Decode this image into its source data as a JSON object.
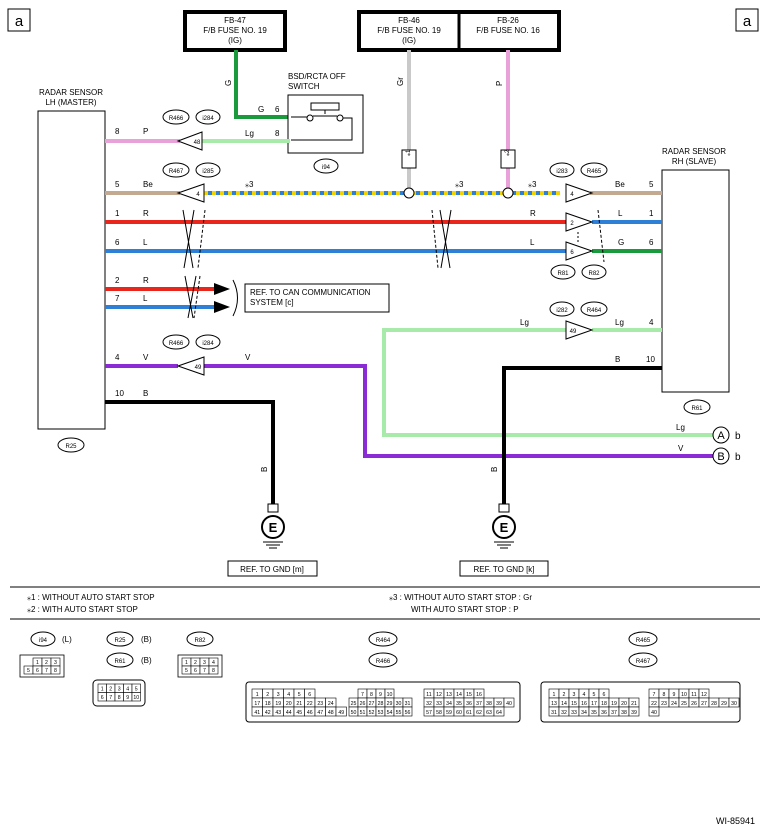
{
  "corner_label": "a",
  "fuses": {
    "fb47": {
      "name": "FB-47",
      "line1": "F/B FUSE NO. 19",
      "line2": "(IG)"
    },
    "fb46": {
      "name": "FB-46",
      "line1": "F/B FUSE NO. 19",
      "line2": "(IG)"
    },
    "fb26": {
      "name": "FB-26",
      "line1": "F/B FUSE NO. 16"
    }
  },
  "switch": {
    "line1": "BSD/RCTA OFF",
    "line2": "SWITCH",
    "connector": "i94"
  },
  "lh_sensor": {
    "line1": "RADAR SENSOR",
    "line2": "LH (MASTER)",
    "connector": "R25"
  },
  "rh_sensor": {
    "line1": "RADAR SENSOR",
    "line2": "RH (SLAVE)",
    "connector": "R61"
  },
  "wires": {
    "g": "G",
    "gr": "Gr",
    "p": "P",
    "lg": "Lg",
    "be": "Be",
    "r": "R",
    "l": "L",
    "v": "V",
    "b": "B",
    "star1": "⁎1",
    "star2": "⁎2",
    "star3": "⁎3"
  },
  "pins": {
    "p8": "8",
    "p6": "6",
    "p5": "5",
    "p1": "1",
    "p2": "2",
    "p7": "7",
    "p4": "4",
    "p10": "10",
    "sw6": "6",
    "sw8": "8",
    "rh5": "5",
    "rh1": "1",
    "rh6": "6",
    "rh4": "4",
    "rh10": "10"
  },
  "junctions": {
    "j48": "48",
    "j4": "4",
    "j49": "49",
    "j2": "2",
    "j6": "6",
    "j4r": "4",
    "j49r": "49",
    "j49b": "49"
  },
  "connector_tags": {
    "r466": "R466",
    "i284": "i284",
    "r467": "R467",
    "i285": "i285",
    "i283": "i283",
    "r465": "R465",
    "r81": "R81",
    "r82": "R82",
    "i282": "i282",
    "r464": "R464"
  },
  "can_ref": {
    "line1": "REF. TO CAN COMMUNICATION",
    "line2": "SYSTEM [c]"
  },
  "gnd_refs": {
    "m": "REF. TO GND [m]",
    "k": "REF. TO GND [k]",
    "symbol": "E"
  },
  "offpage": {
    "A": "A",
    "B": "B",
    "suffix": "b"
  },
  "notes": {
    "n1": "⁎1  : WITHOUT AUTO START STOP",
    "n2": "⁎2  : WITH AUTO START STOP",
    "n3a": "⁎3  : WITHOUT AUTO START STOP  : Gr",
    "n3b": "WITH AUTO START STOP  : P"
  },
  "legend": {
    "i94": "i94",
    "i94_color": "(L)",
    "r25": "R25",
    "r25_color": "(B)",
    "r61": "R61",
    "r61_color": "(B)",
    "r82": "R82",
    "r464": "R464",
    "r466": "R466",
    "r465": "R465",
    "r467": "R467"
  },
  "figure_id": "WI-85941",
  "colors": {
    "green": "#1a9a3c",
    "gray": "#c9c9c9",
    "pink": "#e8a1d9",
    "lightgreen": "#a7eaa9",
    "beige": "#c2a98f",
    "red": "#e8261c",
    "blue": "#2e7fd6",
    "violet": "#8a2bd6",
    "black": "#000000",
    "gr_dash": "#f3d400"
  }
}
